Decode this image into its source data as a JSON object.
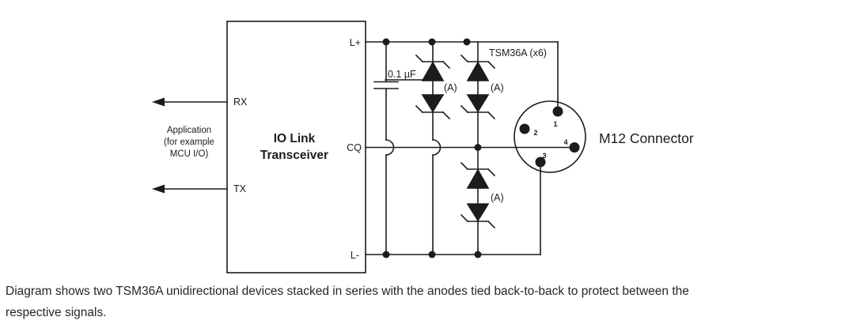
{
  "diagram": {
    "transceiver": {
      "title_line1": "IO Link",
      "title_line2": "Transceiver",
      "pin_l_plus": "L+",
      "pin_cq": "CQ",
      "pin_l_minus": "L-",
      "pin_rx": "RX",
      "pin_tx": "TX"
    },
    "application_label": {
      "line1": "Application",
      "line2": "(for example",
      "line3": "MCU I/O)"
    },
    "capacitor_value": "0.1 µF",
    "tvs_part_label": "TSM36A (x6)",
    "anode_labels": [
      "(A)",
      "(A)",
      "(A)"
    ],
    "m12_connector": {
      "label": "M12 Connector",
      "pin1": "1",
      "pin2": "2",
      "pin3": "3",
      "pin4": "4"
    }
  },
  "caption": {
    "line1": "Diagram shows two TSM36A unidirectional devices stacked in series with the anodes tied back-to-back to protect between the",
    "line2": "respective signals."
  },
  "colors": {
    "ink": "#1c1c1c",
    "background": "#ffffff"
  }
}
